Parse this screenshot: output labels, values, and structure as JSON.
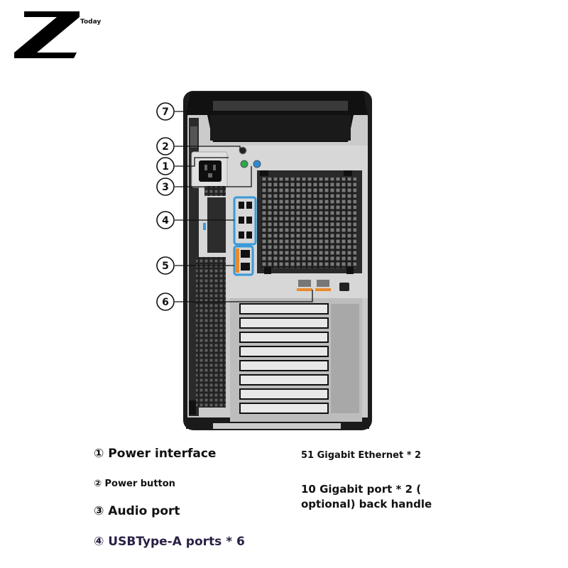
{
  "brand": {
    "small_text": "Today"
  },
  "callouts": [
    "7",
    "2",
    "1",
    "3",
    "4",
    "5",
    "6"
  ],
  "legend": {
    "item1": "① Power interface",
    "item2": "② Power button",
    "item3": "③ Audio port",
    "item4": "④ USBType-A ports * 6",
    "item5": "51 Gigabit Ethernet * 2",
    "item6": "10 Gigabit port * 2 ( optional) back handle"
  },
  "colors": {
    "usb_highlight": "#3a9ad9",
    "ethernet_highlight": "#e88a2c",
    "audio_green": "#2aa84a",
    "audio_blue": "#2a8ad8",
    "chassis": "#c9c9c9"
  }
}
